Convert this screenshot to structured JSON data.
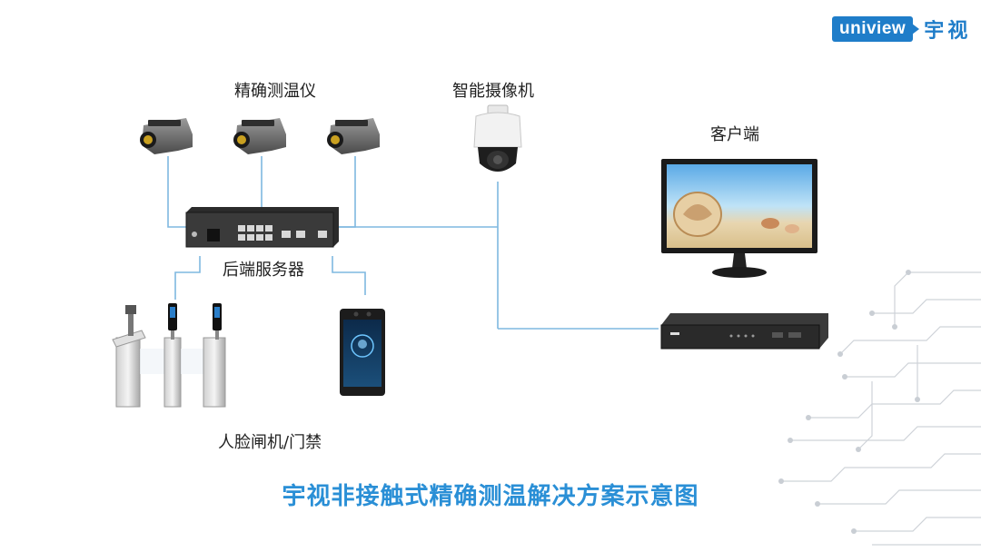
{
  "logo": {
    "brand": "uniview",
    "chinese": "宇视"
  },
  "labels": {
    "thermometers": "精确测温仪",
    "camera": "智能摄像机",
    "client": "客户端",
    "server": "后端服务器",
    "gate": "人脸闸机/门禁"
  },
  "title": "宇视非接触式精确测温解决方案示意图",
  "colors": {
    "accent": "#2a8fd6",
    "line": "#7fb8e0",
    "logo": "#1f7dc9"
  }
}
